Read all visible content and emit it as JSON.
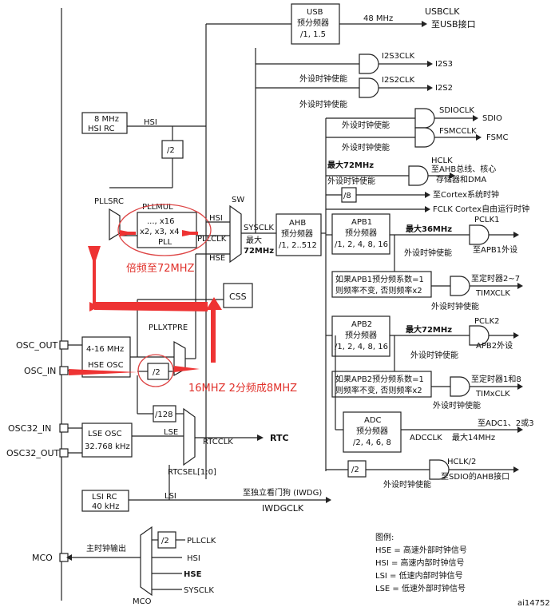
{
  "pins": {
    "osc_out": "OSC_OUT",
    "osc_in": "OSC_IN",
    "osc32_in": "OSC32_IN",
    "osc32_out": "OSC32_OUT",
    "mco": "MCO"
  },
  "boxes": {
    "usb_line1": "USB",
    "usb_line2": "预分频器",
    "usb_line3": "/1, 1.5",
    "hsi_rc_line1": "8 MHz",
    "hsi_rc_line2": "HSI RC",
    "div2_hsi": "/2",
    "pllmul_label": "PLLMUL",
    "pll_line1": "..., x16",
    "pll_line2": "x2, x3, x4",
    "pll_line3": "PLL",
    "pllsrc": "PLLSRC",
    "hse_osc_line1": "4-16 MHz",
    "hse_osc_line2": "HSE OSC",
    "pllxtpre": "PLLXTPRE",
    "div2_hse": "/2",
    "css": "CSS",
    "sw": "SW",
    "ahb_line1": "AHB",
    "ahb_line2": "预分频器",
    "ahb_line3": "/1, 2..512",
    "apb1_line1": "APB1",
    "apb1_line2": "预分频器",
    "apb1_line3": "/1, 2, 4, 8, 16",
    "apb2_line1": "APB2",
    "apb2_line2": "预分频器",
    "apb2_line3": "/1, 2, 4, 8, 16",
    "tim_apb1_line1": "如果APB1预分频系数=1",
    "tim_apb1_line2": "则频率不变, 否则频率x2",
    "tim_apb2_line1": "如果APB2预分频系数=1",
    "tim_apb2_line2": "则频率不变, 否则频率x2",
    "adc_line1": "ADC",
    "adc_line2": "预分频器",
    "adc_line3": "/2, 4, 6, 8",
    "div8": "/8",
    "div2_sdio": "/2",
    "lse_osc_line1": "LSE OSC",
    "lse_osc_line2": "32.768 kHz",
    "div128": "/128",
    "lsi_rc_line1": "LSI RC",
    "lsi_rc_line2": "40 kHz",
    "div2_mco": "/2"
  },
  "signals": {
    "hsi": "HSI",
    "hse": "HSE",
    "pllclk": "PLLCLK",
    "sysclk": "SYSCLK",
    "max_72": "最大",
    "max_72b": "72MHz",
    "usb_48": "48 MHz",
    "usbclk": "USBCLK",
    "usbclk_dest": "至USB接口",
    "i2s3clk": "I2S3CLK",
    "i2s3": "I2S3",
    "i2s2clk": "I2S2CLK",
    "i2s2": "I2S2",
    "sdioclk": "SDIOCLK",
    "sdio": "SDIO",
    "fsmcclk": "FSMCCLK",
    "fsmc": "FSMC",
    "max72_hclk": "最大72MHz",
    "hclk": "HCLK",
    "hclk_dest1": "至AHB总线、核心",
    "hclk_dest2": "存储器和DMA",
    "cortex_tick": "至Cortex系统时钟",
    "fclk": "FCLK Cortex自由运行时钟",
    "max36": "最大36MHz",
    "pclk1": "PCLK1",
    "pclk1_dest": "至APB1外设",
    "tim27": "至定时器2~7",
    "timxclk": "TIMXCLK",
    "max72_apb2": "最大72MHz",
    "pclk2": "PCLK2",
    "pclk2_dest": "APB2外设",
    "tim18": "至定时器1和8",
    "tim1clk": "TIMxCLK",
    "adc_dest": "至ADC1、2或3",
    "adcclk": "ADCCLK",
    "adc_max": "最大14MHz",
    "hclk2": "HCLK/2",
    "sdio_ahb": "至SDIO的AHB接口",
    "lse": "LSE",
    "lsi": "LSI",
    "rtcclk": "RTCCLK",
    "rtc": "RTC",
    "rtcsel": "RTCSEL[1:0]",
    "iwdg_dest": "至独立看门狗 (IWDG)",
    "iwdgclk": "IWDGCLK",
    "mco_label": "主时钟输出",
    "mco_pllclk": "PLLCLK",
    "mco_hsi": "HSI",
    "mco_hse": "HSE",
    "mco_sysclk": "SYSCLK",
    "mco_mux": "MCO",
    "enable": "外设时钟使能"
  },
  "annotations": {
    "pll_note": "倍频至72MHZ",
    "hse_note": "16MHZ 2分频成8MHZ"
  },
  "legend": {
    "title": "图例:",
    "hse": "HSE = 高速外部时钟信号",
    "hsi": "HSI = 高速内部时钟信号",
    "lsi": "LSI = 低速内部时钟信号",
    "lse": "LSE = 低速外部时钟信号"
  },
  "footer": "ai14752"
}
